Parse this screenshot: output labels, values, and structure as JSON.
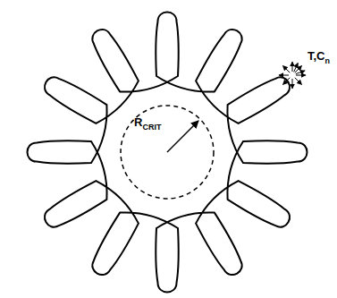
{
  "diagram": {
    "labels": [
      "R",
      "CRIT",
      "T,C",
      "n"
    ]
  }
}
